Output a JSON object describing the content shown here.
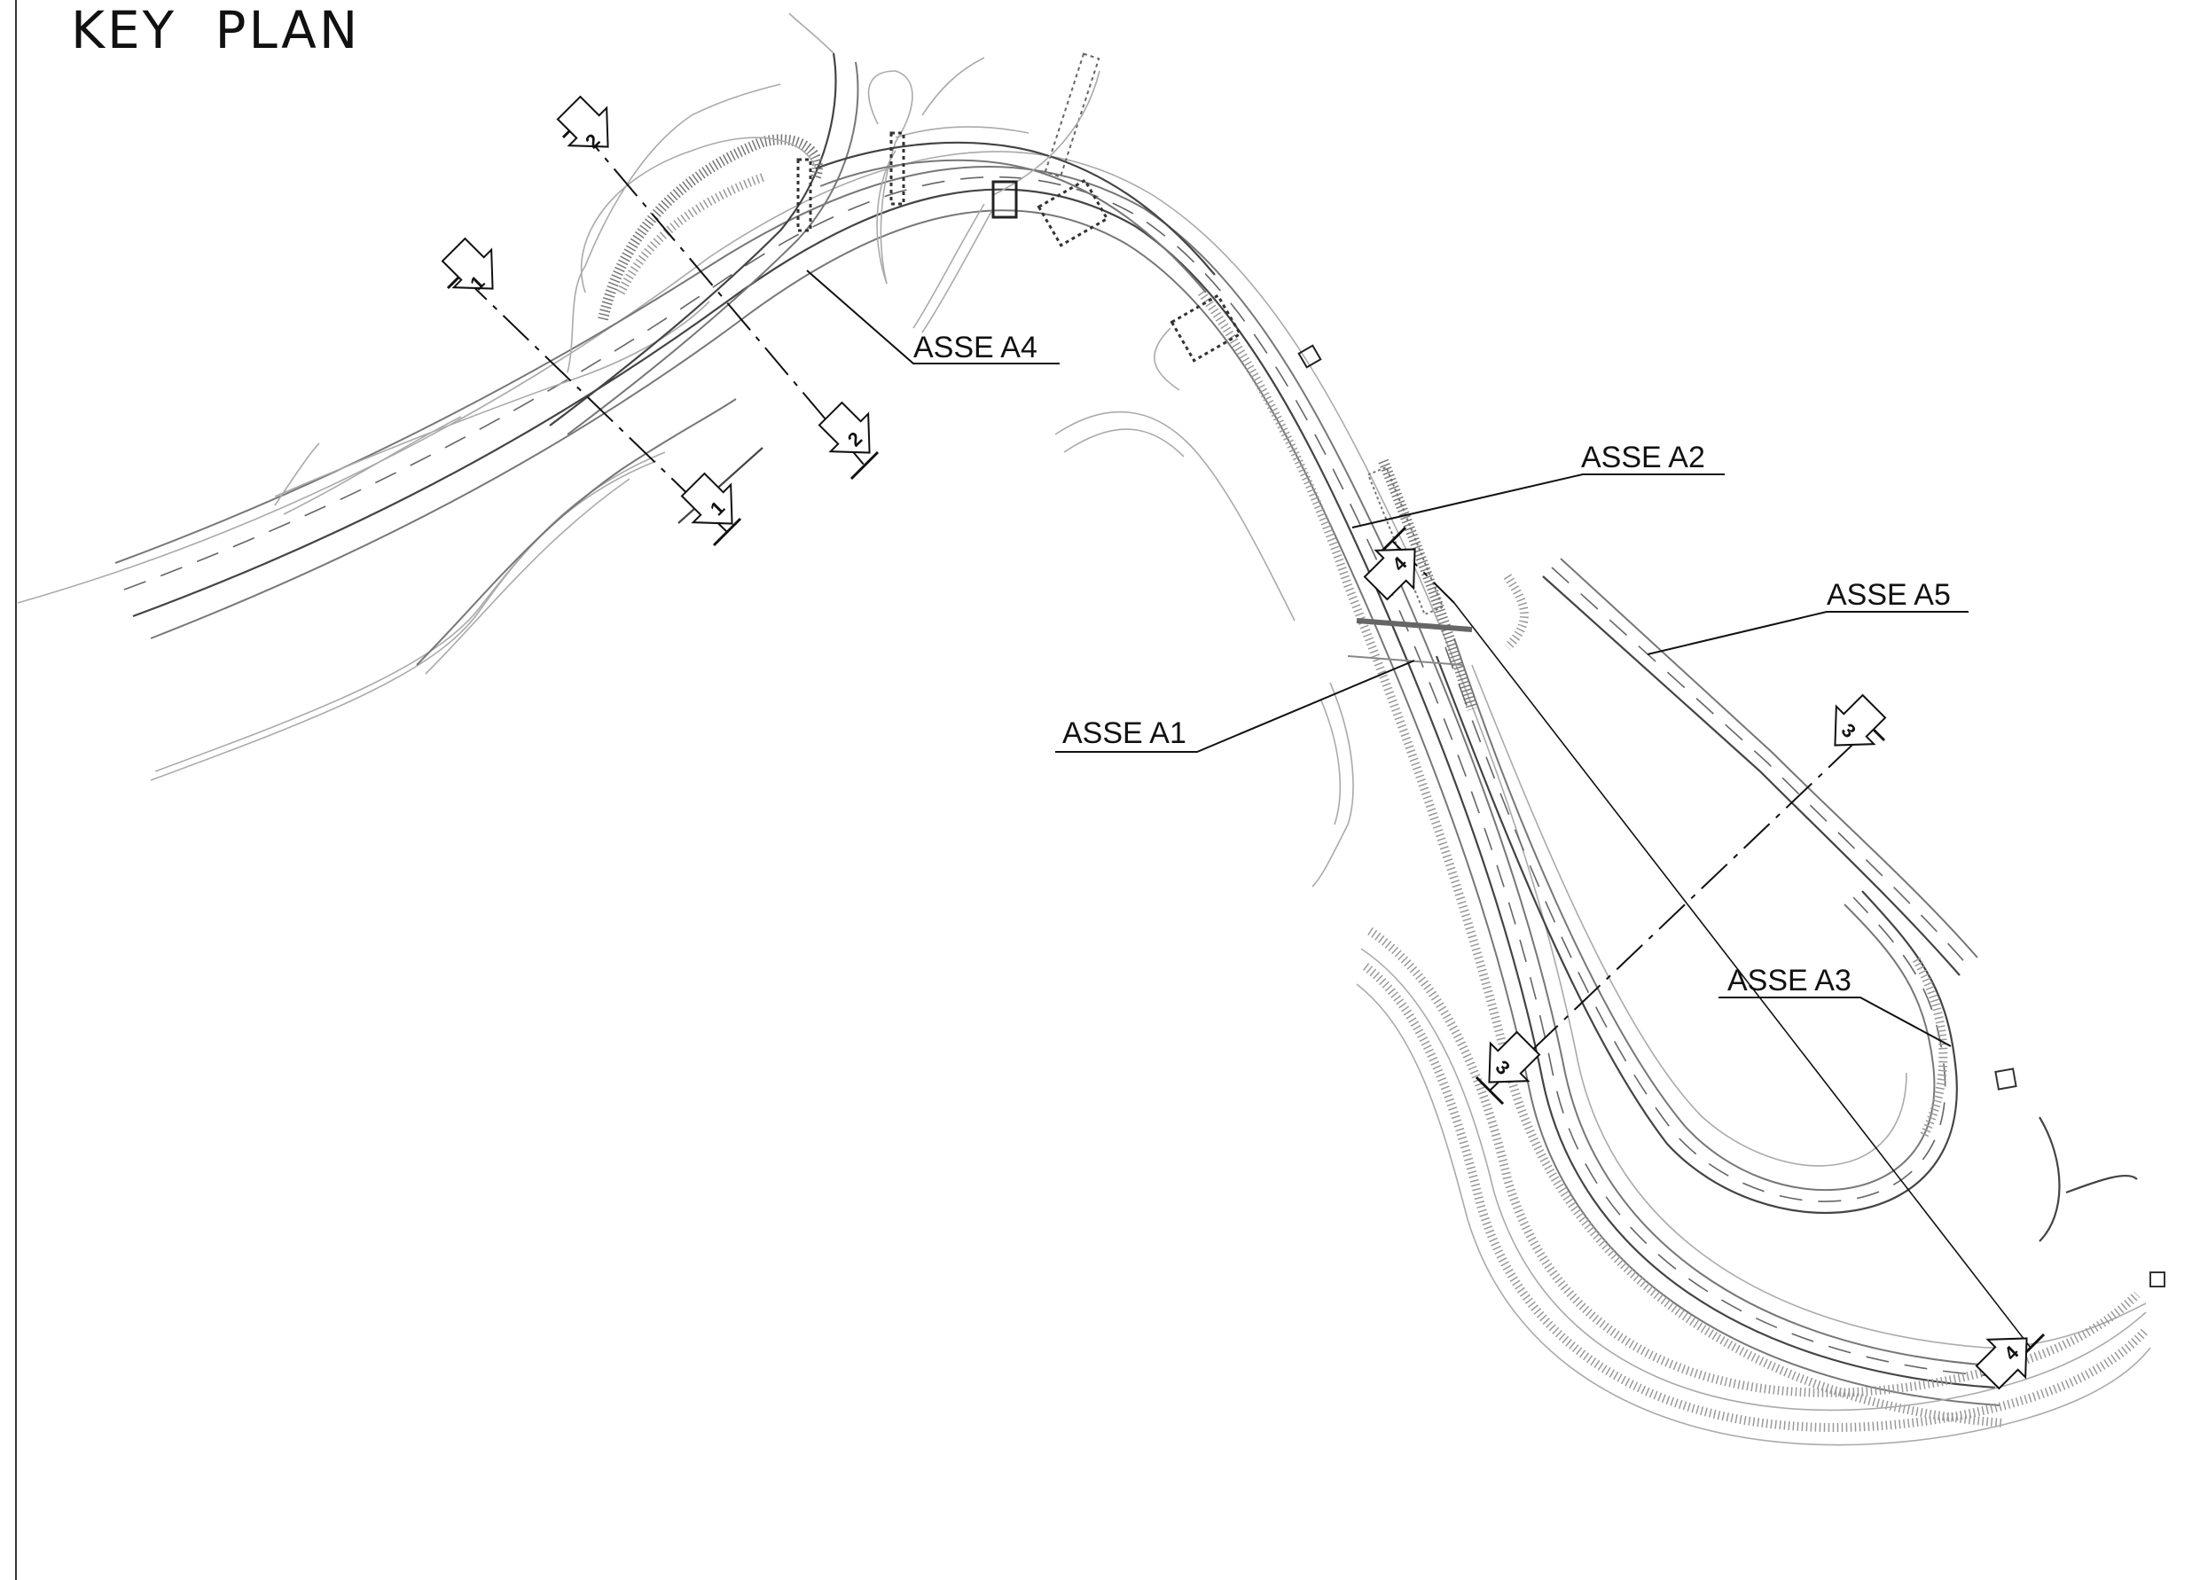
{
  "title": "KEY  PLAN",
  "axes": {
    "a1": "ASSE A1",
    "a2": "ASSE A2",
    "a3": "ASSE A3",
    "a4": "ASSE A4",
    "a5": "ASSE A5"
  },
  "sections": {
    "s1": "1",
    "s2": "2",
    "s3": "3",
    "s4": "4"
  }
}
